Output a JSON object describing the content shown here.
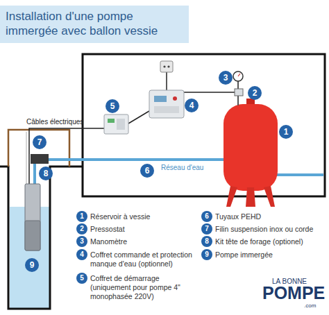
{
  "diagram": {
    "title": "Installation d'une pompe immergée avec ballon vessie",
    "labels": [
      "Câbles électriques",
      "Réseau d'eau",
      "1",
      "2",
      "3",
      "4",
      "5",
      "6",
      "7",
      "8",
      "9",
      "1",
      "2",
      "3",
      "4",
      "5",
      "6",
      "7",
      "8",
      "9",
      "LA BONNE",
      "POMPE",
      ".com"
    ],
    "legend": [
      {
        "text": "Réservoir à vessie"
      },
      {
        "text": "Pressostat"
      },
      {
        "text": "Manomètre"
      },
      {
        "text": "Coffret commande et protection manque d'eau (optionnel)"
      },
      {
        "text": "Coffret de démarrage (uniquement pour pompe 4\" monophasée 220V)"
      },
      {
        "text": "Tuyaux PEHD"
      },
      {
        "text": "Filin suspension inox ou corde"
      },
      {
        "text": "Kit tête de forage (optionel)"
      },
      {
        "text": "Pompe immergée"
      }
    ]
  }
}
